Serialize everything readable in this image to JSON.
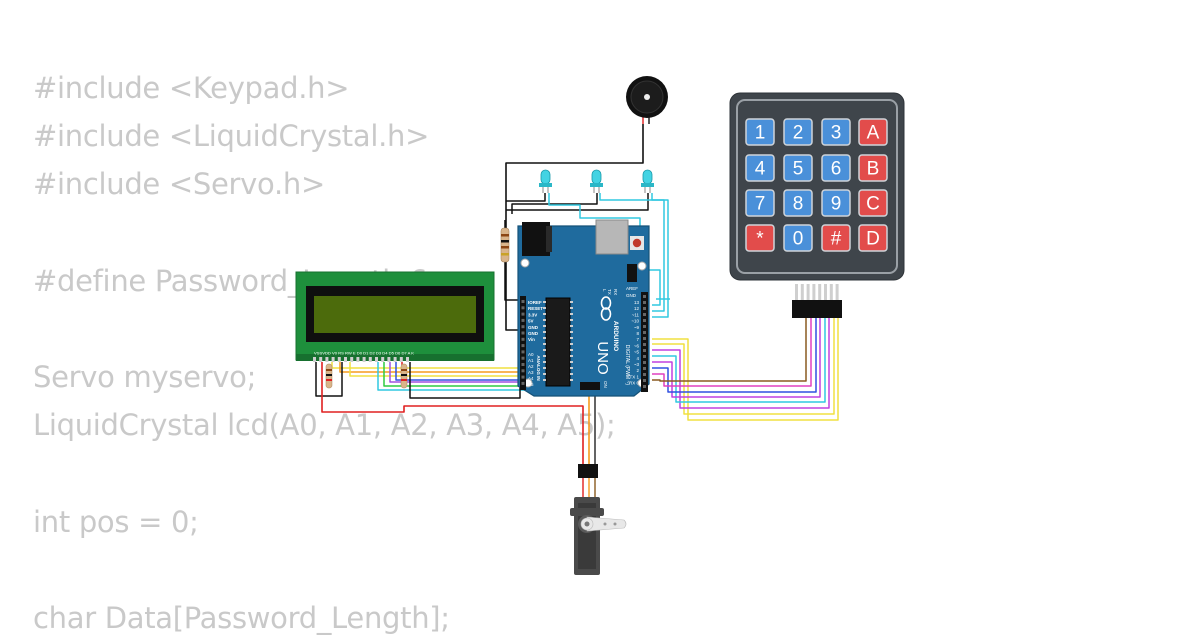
{
  "code_lines": [
    "#include <Keypad.h>",
    "#include <LiquidCrystal.h>",
    "#include <Servo.h>",
    "",
    "#define Password_Length 6",
    "",
    "Servo myservo;",
    "LiquidCrystal lcd(A0, A1, A2, A3, A4, A5);",
    "",
    "int pos = 0;",
    "",
    "char Data[Password_Length];"
  ],
  "arduino": {
    "logo": "ARDUINO",
    "model": "UNO",
    "digital_label": "DIGITAL (PWM ~)",
    "analog_label": "ANALOG IN",
    "power_pins": [
      "IOREF",
      "RESET",
      "3.3V",
      "5V",
      "GND",
      "GND",
      "Vin"
    ],
    "analog_pins": [
      "A0",
      "A1",
      "A2",
      "A3",
      "A4",
      "A5"
    ],
    "digital_pins": [
      "13",
      "12",
      "~11",
      "~10",
      "~9",
      "8",
      "7",
      "~6",
      "~5",
      "4",
      "~3",
      "2",
      "TX 1",
      "RX 0"
    ],
    "header_labels": [
      "AREF",
      "GND"
    ],
    "on_label": "ON",
    "tx_label": "TX",
    "rx_label": "RX",
    "l_label": "L"
  },
  "lcd": {
    "pin_labels": "VSSVDD V0 RS RW E D0 D1 D2 D3 D4 D5 D6 D7 A K"
  },
  "keypad": {
    "keys": [
      [
        "1",
        "2",
        "3",
        "A"
      ],
      [
        "4",
        "5",
        "6",
        "B"
      ],
      [
        "7",
        "8",
        "9",
        "C"
      ],
      [
        "*",
        "0",
        "#",
        "D"
      ]
    ]
  },
  "colors": {
    "code_text": "#c9c9c9",
    "board": "#1f6b9e",
    "lcd_board": "#1e8f3c",
    "lcd_screen": "#4c6b0c",
    "keypad_body": "#3f454b",
    "key_number": "#4a90d9",
    "key_letter": "#e24c4b",
    "led": "#43d3e3",
    "wire_red": "#e02020",
    "wire_yellow": "#f0e040",
    "wire_cyan": "#30c8e0",
    "wire_black": "#111111"
  }
}
